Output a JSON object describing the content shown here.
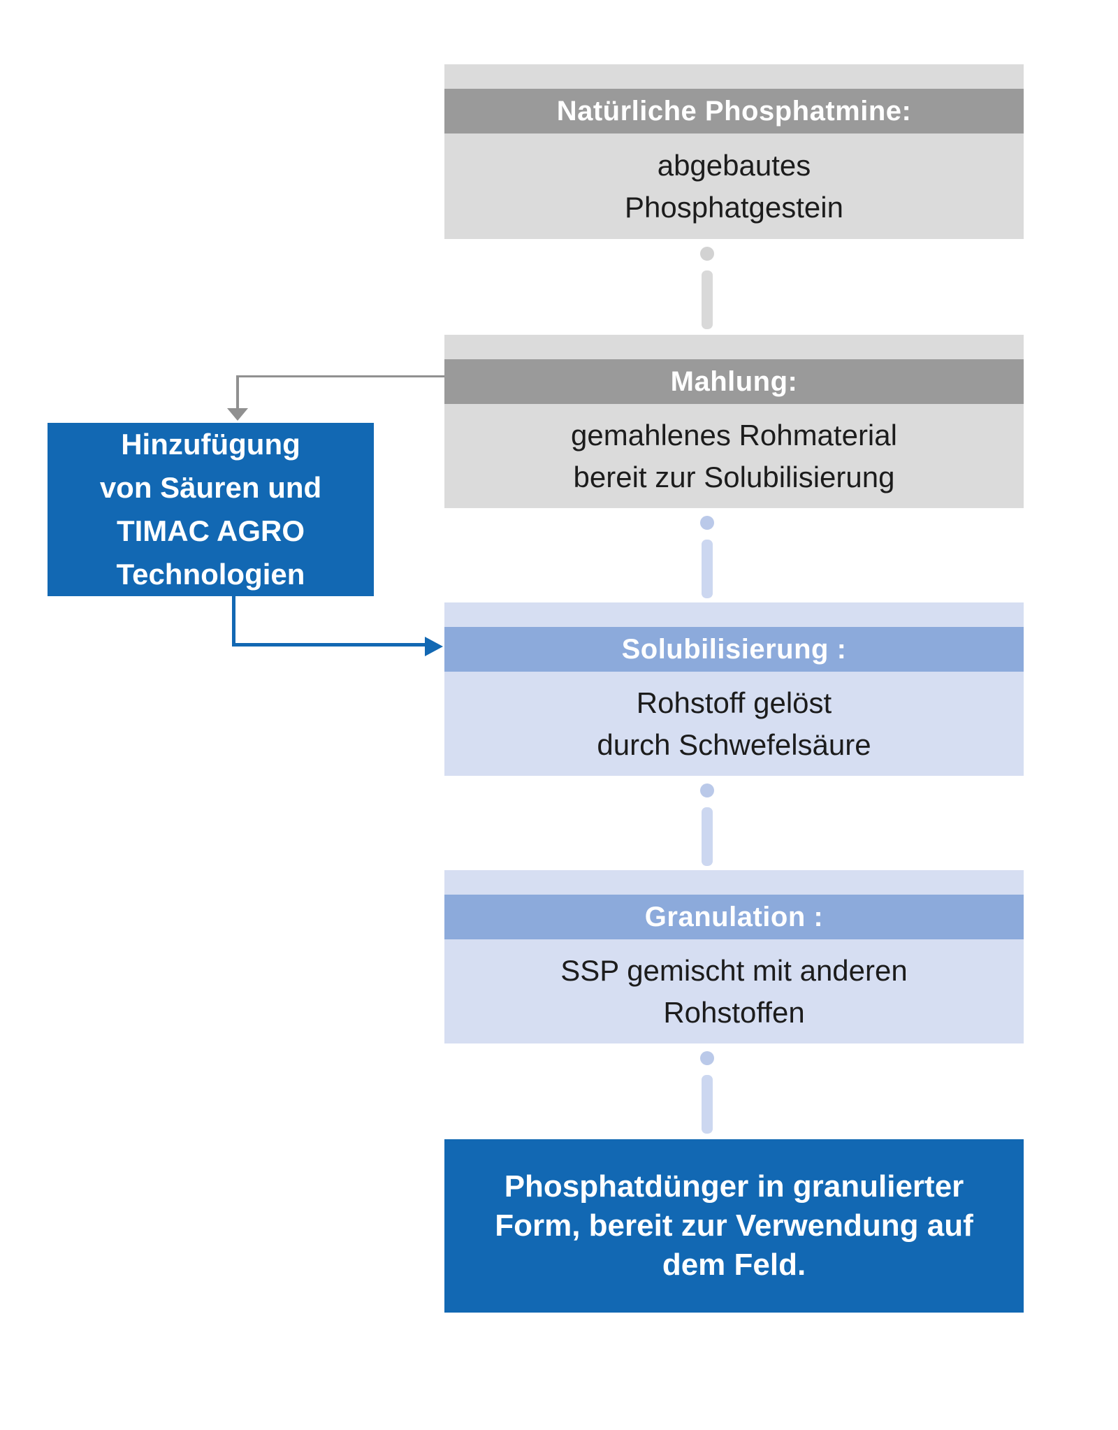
{
  "stages": [
    {
      "header": "Natürliche Phosphatmine:",
      "body_lines": [
        "abgebautes",
        "Phosphatgestein"
      ]
    },
    {
      "header": "Mahlung:",
      "body_lines": [
        "gemahlenes Rohmaterial",
        "bereit zur Solubilisierung"
      ]
    },
    {
      "header": "Solubilisierung :",
      "body_lines": [
        "Rohstoff gelöst",
        "durch Schwefelsäure"
      ]
    },
    {
      "header": "Granulation :",
      "body_lines": [
        "SSP gemischt mit anderen",
        "Rohstoffen"
      ]
    },
    {
      "lines": [
        "Phosphatdünger in granulierter",
        "Form, bereit zur Verwendung auf",
        "dem Feld."
      ]
    }
  ],
  "side_box": {
    "lines": [
      "Hinzufügung",
      "von Säuren und",
      "TIMAC AGRO",
      "Technologien"
    ]
  },
  "colors": {
    "brand-blue": "#1268b3",
    "band-gray": "#9a9a9a",
    "body-gray": "#dbdbdb",
    "band-blue": "#8caadb",
    "body-blue": "#d6def2",
    "connector-gray": "#d9d9d9",
    "connector-gray-dot": "#d2d2d2",
    "connector-blue": "#ccd7f0",
    "connector-blue-dot": "#bac9e9",
    "arrow-gray": "#909090",
    "text-dark": "#1c1c1c"
  }
}
